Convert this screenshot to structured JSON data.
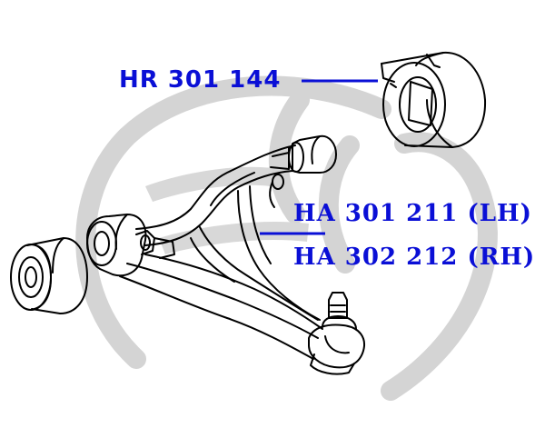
{
  "labels": {
    "top_bushing": "HR 301 144",
    "arm_lh": "HA 301 211 (LH)",
    "arm_rh": "HA 302 212 (RH)"
  },
  "colors": {
    "label": "#0a0fd6",
    "leader": "#0a0fd6",
    "watermark": "#cfcfcf",
    "ink": "#000000"
  },
  "icons": {
    "watermark": "brand-logo-watermark",
    "top_bushing": "bushing-drawing",
    "left_bushing": "bushing-drawing",
    "arm": "control-arm-drawing"
  }
}
